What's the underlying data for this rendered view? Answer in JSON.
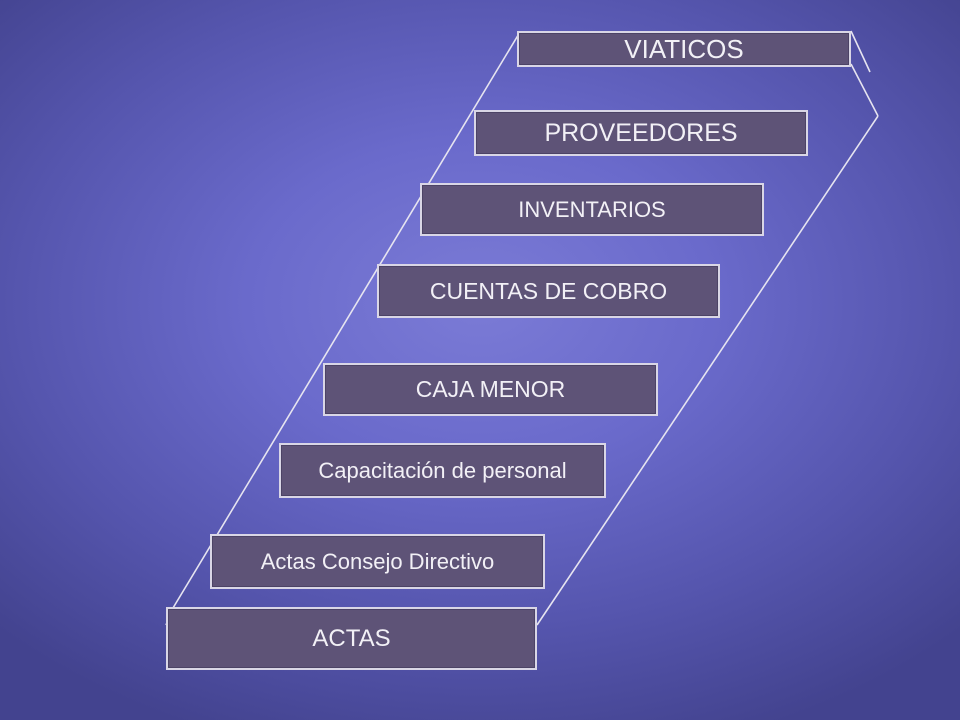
{
  "diagram": {
    "type": "staircase",
    "steps": [
      {
        "label": "ACTAS"
      },
      {
        "label": "Actas Consejo Directivo"
      },
      {
        "label": "Capacitación de personal"
      },
      {
        "label": "CAJA MENOR"
      },
      {
        "label": "CUENTAS DE COBRO"
      },
      {
        "label": "INVENTARIOS"
      },
      {
        "label": "PROVEEDORES"
      },
      {
        "label": "VIATICOS"
      }
    ]
  }
}
